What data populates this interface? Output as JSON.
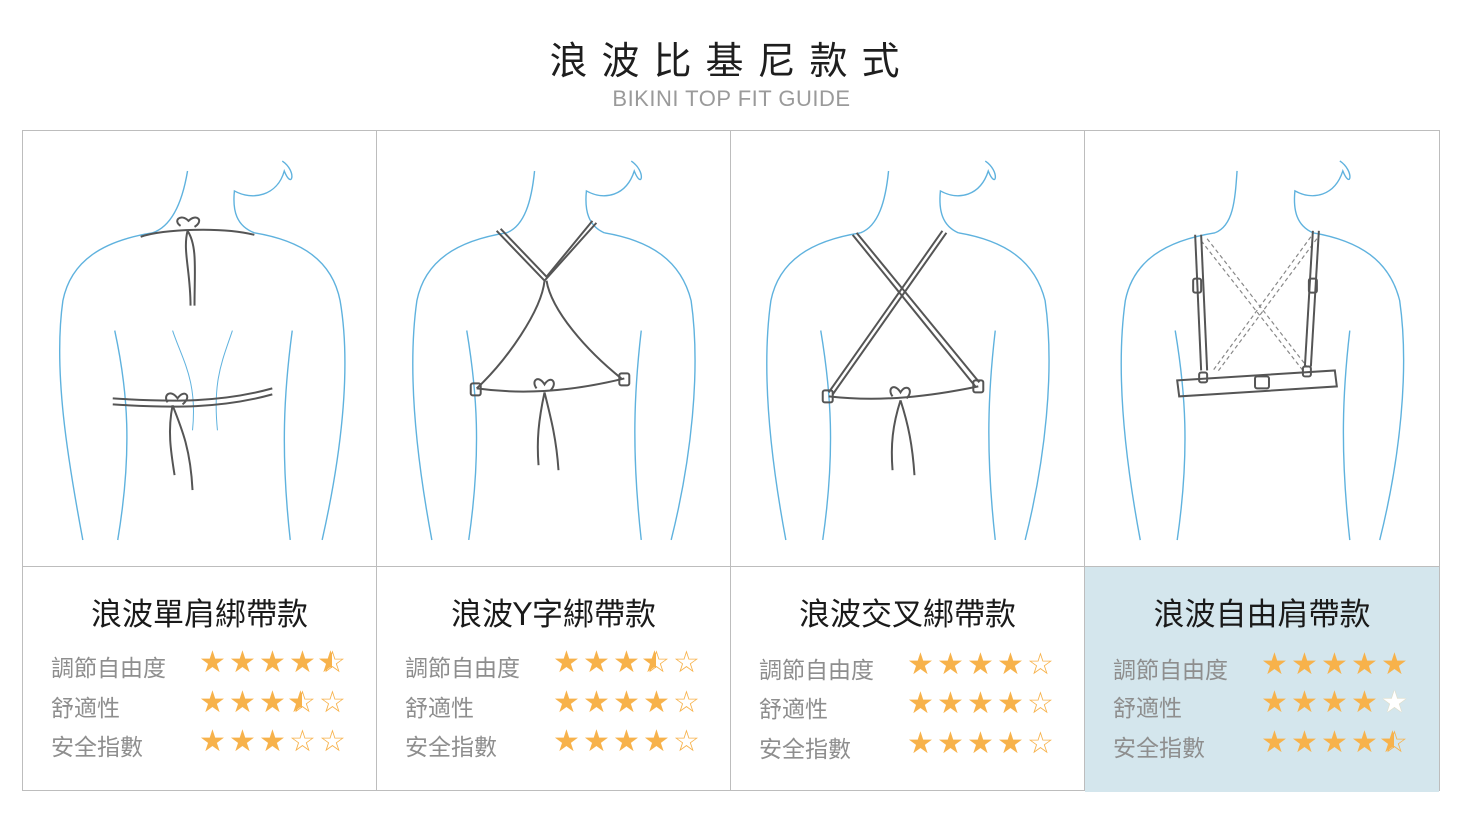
{
  "header": {
    "title": "浪波比基尼款式",
    "subtitle": "BIKINI TOP FIT GUIDE"
  },
  "colors": {
    "star": "#f7b24b",
    "highlight_bg": "#d4e6ed",
    "body_outline": "#5fb2de",
    "strap": "#555555"
  },
  "styles": [
    {
      "name": "浪波單肩綁帶款",
      "illustration": "halter-tie-back",
      "ratings": [
        {
          "label": "調節自由度",
          "value": 4.5
        },
        {
          "label": "舒適性",
          "value": 3.5
        },
        {
          "label": "安全指數",
          "value": 3
        }
      ]
    },
    {
      "name": "浪波Y字綁帶款",
      "illustration": "y-back-tie",
      "ratings": [
        {
          "label": "調節自由度",
          "value": 3.5
        },
        {
          "label": "舒適性",
          "value": 4
        },
        {
          "label": "安全指數",
          "value": 4
        }
      ]
    },
    {
      "name": "浪波交叉綁帶款",
      "illustration": "cross-back-tie",
      "ratings": [
        {
          "label": "調節自由度",
          "value": 4
        },
        {
          "label": "舒適性",
          "value": 4
        },
        {
          "label": "安全指數",
          "value": 4
        }
      ]
    },
    {
      "name": "浪波自由肩帶款",
      "illustration": "convertible-strap",
      "highlighted": true,
      "ratings": [
        {
          "label": "調節自由度",
          "value": 5
        },
        {
          "label": "舒適性",
          "value": 4
        },
        {
          "label": "安全指數",
          "value": 4.5
        }
      ]
    }
  ]
}
